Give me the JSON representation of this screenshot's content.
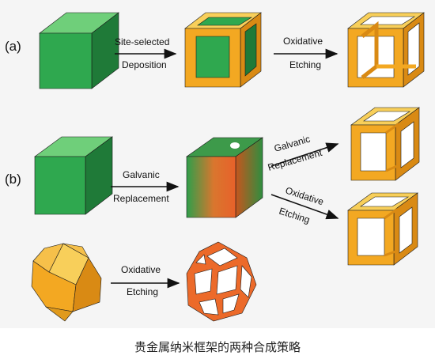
{
  "panels": {
    "a_label": "(a)",
    "b_label": "(b)"
  },
  "arrows": {
    "a1_line1": "Site-selected",
    "a1_line2": "Deposition",
    "a2_line1": "Oxidative",
    "a2_line2": "Etching",
    "b1_line1": "Galvanic",
    "b1_line2": "Replacement",
    "b2_line1": "Galvanic",
    "b2_line2": "Replacement",
    "b3_line1": "Oxidative",
    "b3_line2": "Etching",
    "c1_line1": "Oxidative",
    "c1_line2": "Etching"
  },
  "caption": "贵金属纳米框架的两种合成策略",
  "colors": {
    "green_front": "#2fa84f",
    "green_top": "#6fcf7a",
    "green_side": "#1f7a38",
    "gold_front": "#f3a822",
    "gold_top": "#f8cf5a",
    "gold_side": "#d98a14",
    "orange_frame": "#ec6a2a"
  }
}
